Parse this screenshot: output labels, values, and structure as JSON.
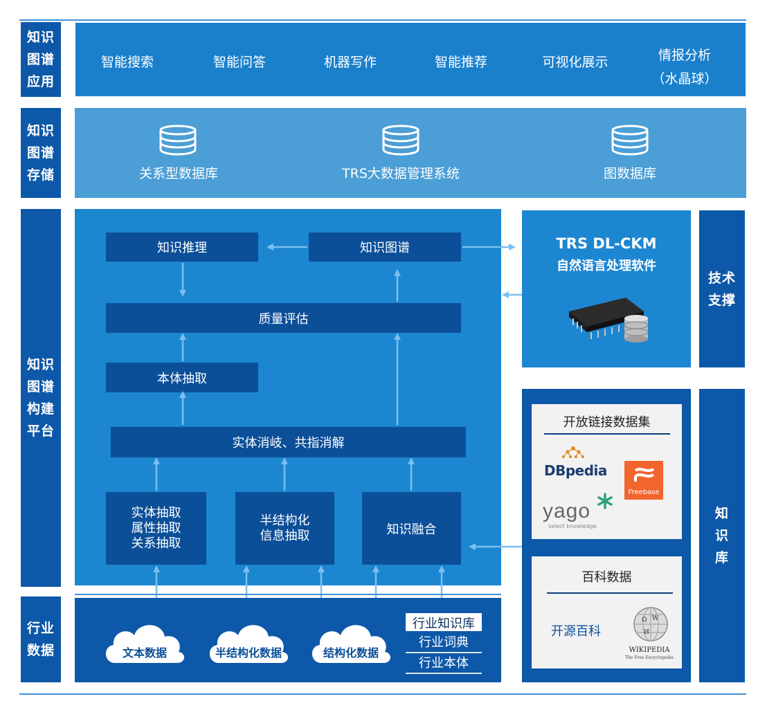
{
  "layers": {
    "application": {
      "label": [
        "知识",
        "图谱",
        "应用"
      ],
      "items": [
        "智能搜索",
        "智能问答",
        "机器写作",
        "智能推荐",
        "可视化展示"
      ],
      "item_last": [
        "情报分析",
        "（水晶球）"
      ]
    },
    "storage": {
      "label": [
        "知识",
        "图谱",
        "存储"
      ],
      "items": [
        "关系型数据库",
        "TRS大数据管理系统",
        "图数据库"
      ],
      "icon": "database-icon"
    },
    "platform": {
      "label": [
        "知识",
        "图谱",
        "构建",
        "平台"
      ],
      "boxes": {
        "inference": "知识推理",
        "kg": "知识图谱",
        "quality": "质量评估",
        "ontology": "本体抽取",
        "disambiguation": "实体消岐、共指消解",
        "extraction": [
          "实体抽取",
          "属性抽取",
          "关系抽取"
        ],
        "semi": [
          "半结构化",
          "信息抽取"
        ],
        "fusion": "知识融合"
      }
    },
    "tech": {
      "label": [
        "技术",
        "支撑"
      ],
      "title": "TRS DL-CKM",
      "subtitle": "自然语言处理软件",
      "icon": "chip-database-icon"
    },
    "kb": {
      "label": [
        "知",
        "识",
        "库"
      ],
      "open_title": "开放链接数据集",
      "logos": {
        "dbpedia": "DBpedia",
        "freebase": "Freebase",
        "yago": "yago",
        "yago_sub": "select knowledge"
      },
      "encyclopedia_title": "百科数据",
      "open_source": "开源百科",
      "wikipedia": "WIKIPEDIA",
      "wikipedia_sub": "The Free Encyclopedia"
    },
    "industry": {
      "label": [
        "行业",
        "数据"
      ],
      "clouds": [
        "文本数据",
        "半结构化数据",
        "结构化数据"
      ],
      "list": [
        "行业知识库",
        "行业词典",
        "行业本体"
      ]
    }
  },
  "colors": {
    "dark_blue": "#0d58a8",
    "mid_blue": "#1c86d1",
    "light_blue": "#4b9ed6",
    "arrow": "#7dbff0"
  }
}
